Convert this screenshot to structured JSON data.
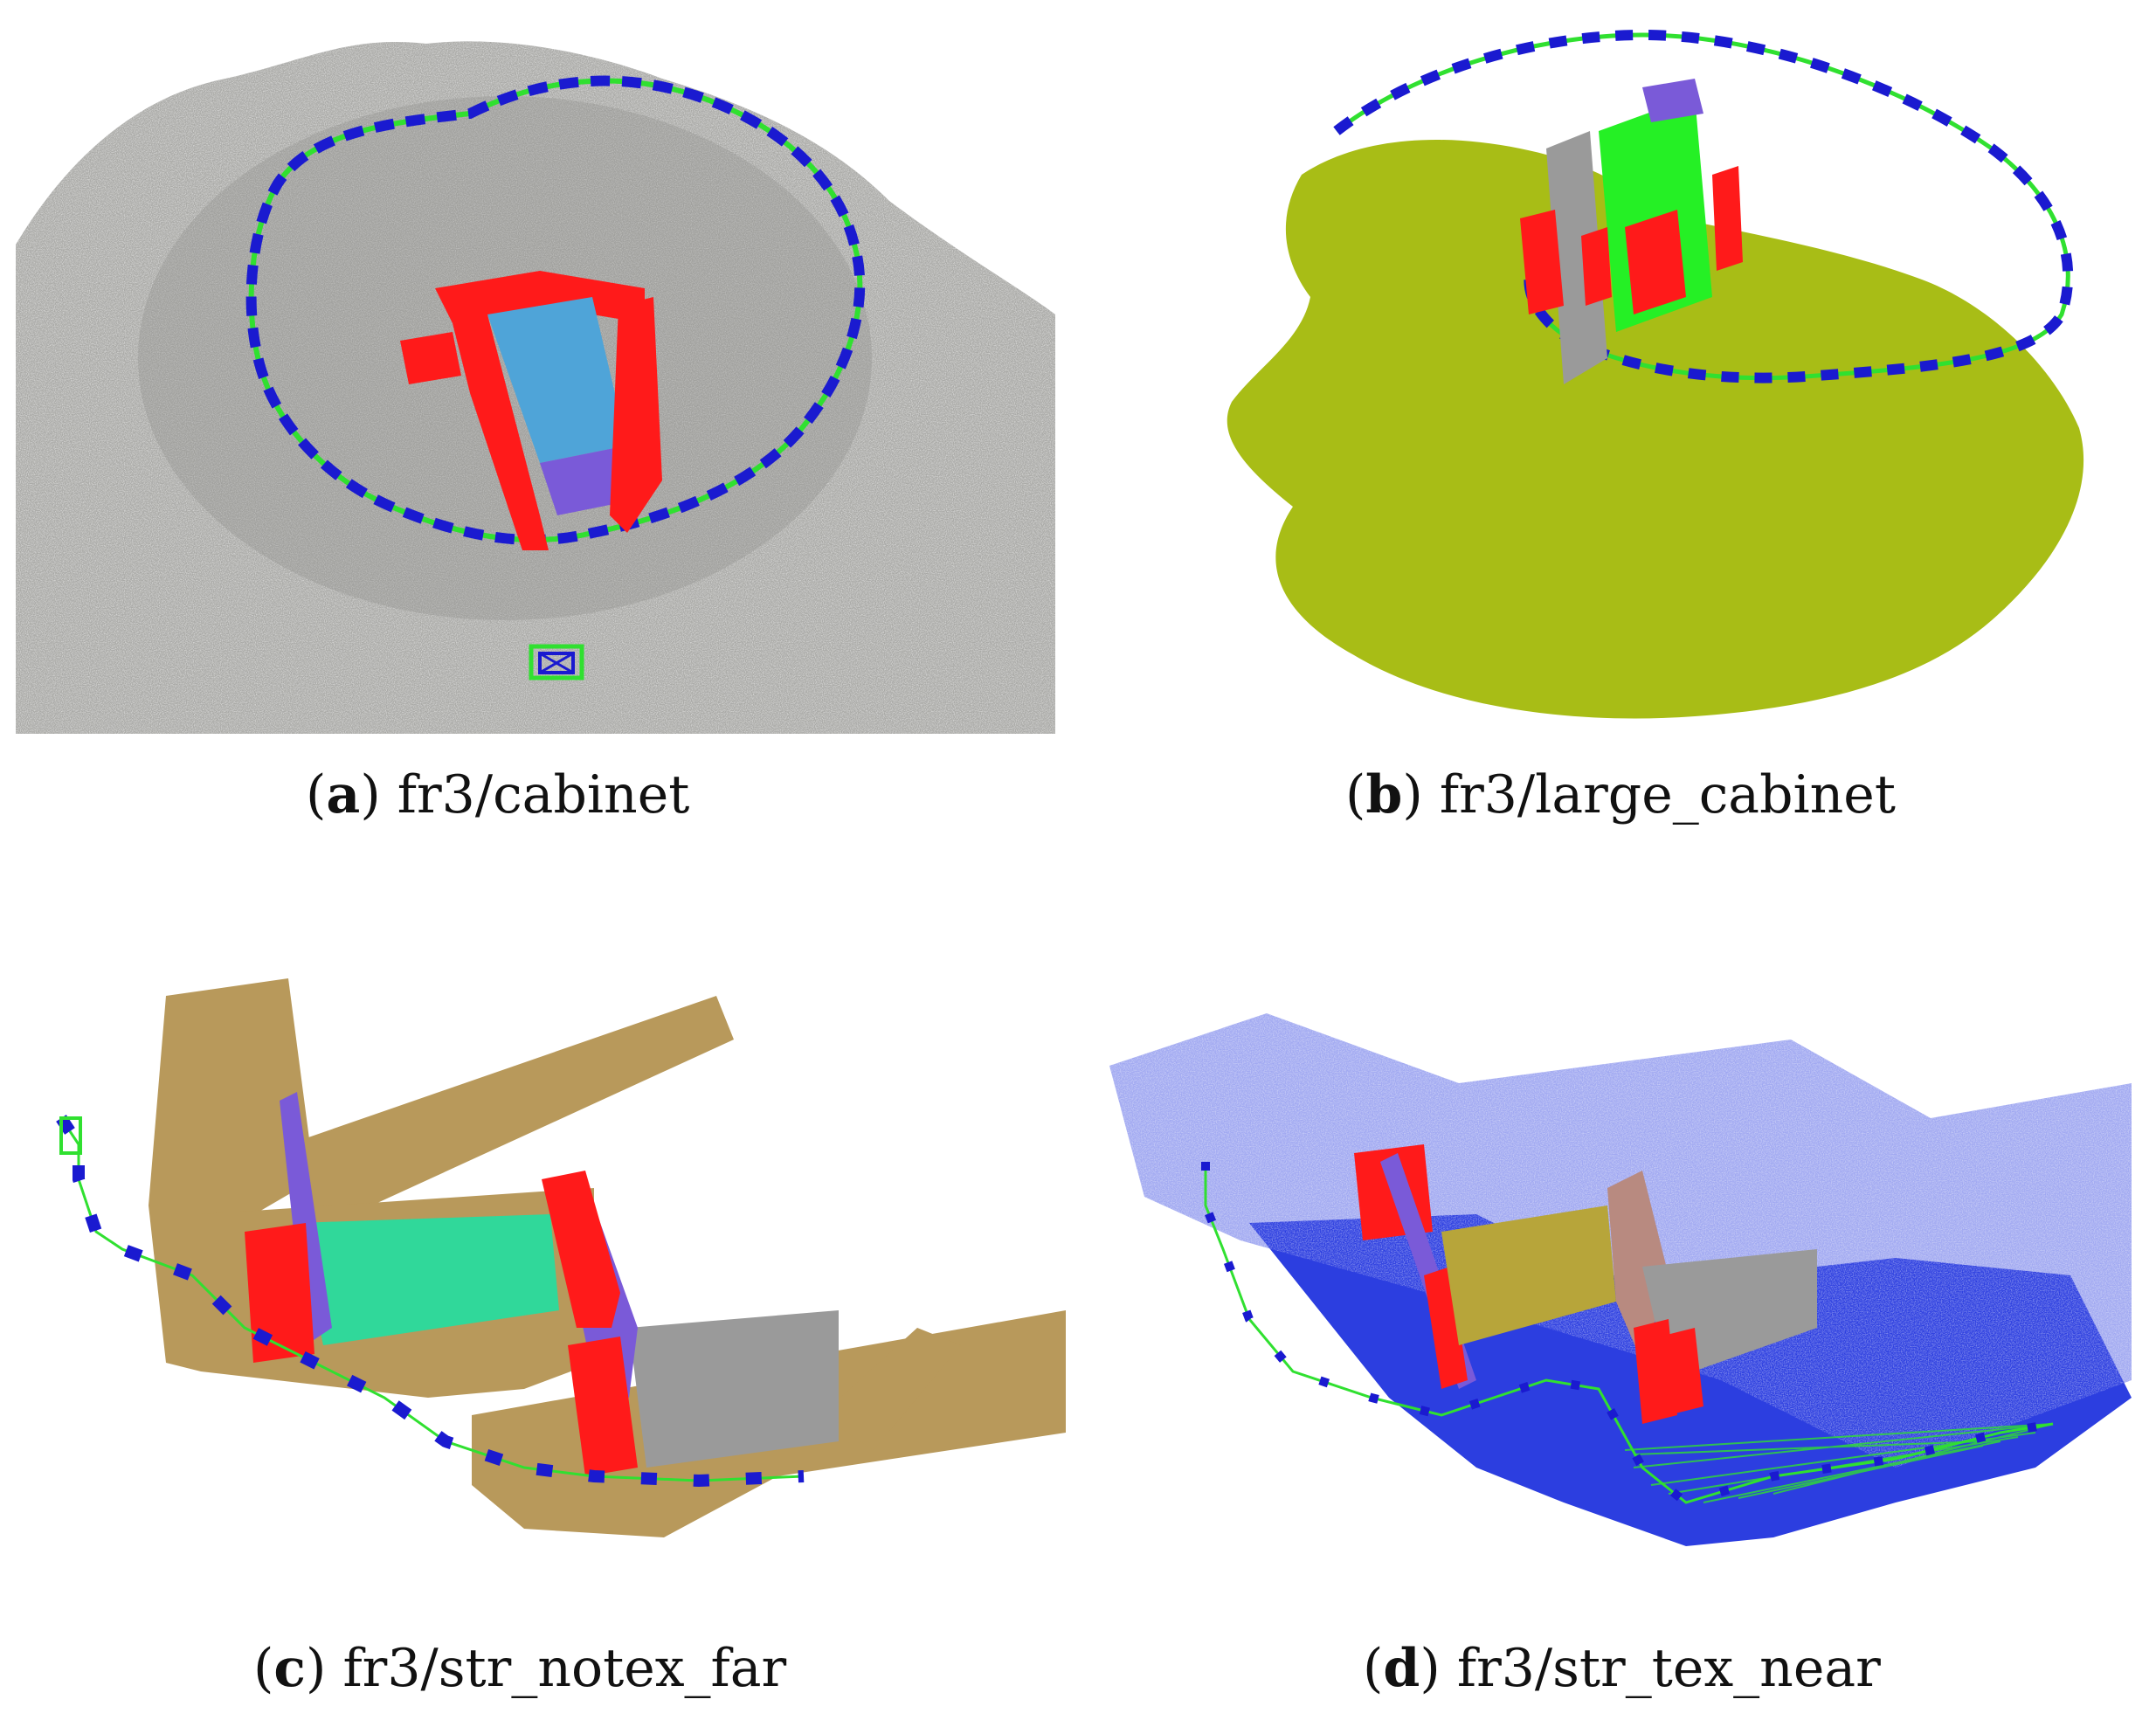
{
  "figure": {
    "panels": [
      {
        "id": "a",
        "letter": "a",
        "name": "fr3/cabinet"
      },
      {
        "id": "b",
        "letter": "b",
        "name": "fr3/large_cabinet"
      },
      {
        "id": "c",
        "letter": "c",
        "name": "fr3/str_notex_far"
      },
      {
        "id": "d",
        "letter": "d",
        "name": "fr3/str_tex_near"
      }
    ]
  },
  "colors": {
    "cloud_a": "#a9a9a6",
    "cloud_b": "#a8bd16",
    "cloud_c": "#b8995b",
    "cloud_d": "#2c3ee0",
    "plane_red": "#ff1a1a",
    "plane_green": "#25f025",
    "plane_blue": "#4fa4d8",
    "plane_purple": "#7a5ad8",
    "plane_gray": "#9a9a9a",
    "plane_teal": "#30d89a",
    "plane_olive": "#b7a53a",
    "plane_pink": "#b88a80",
    "camera_frustum": "#1a1ad0",
    "trajectory": "#30e030"
  }
}
